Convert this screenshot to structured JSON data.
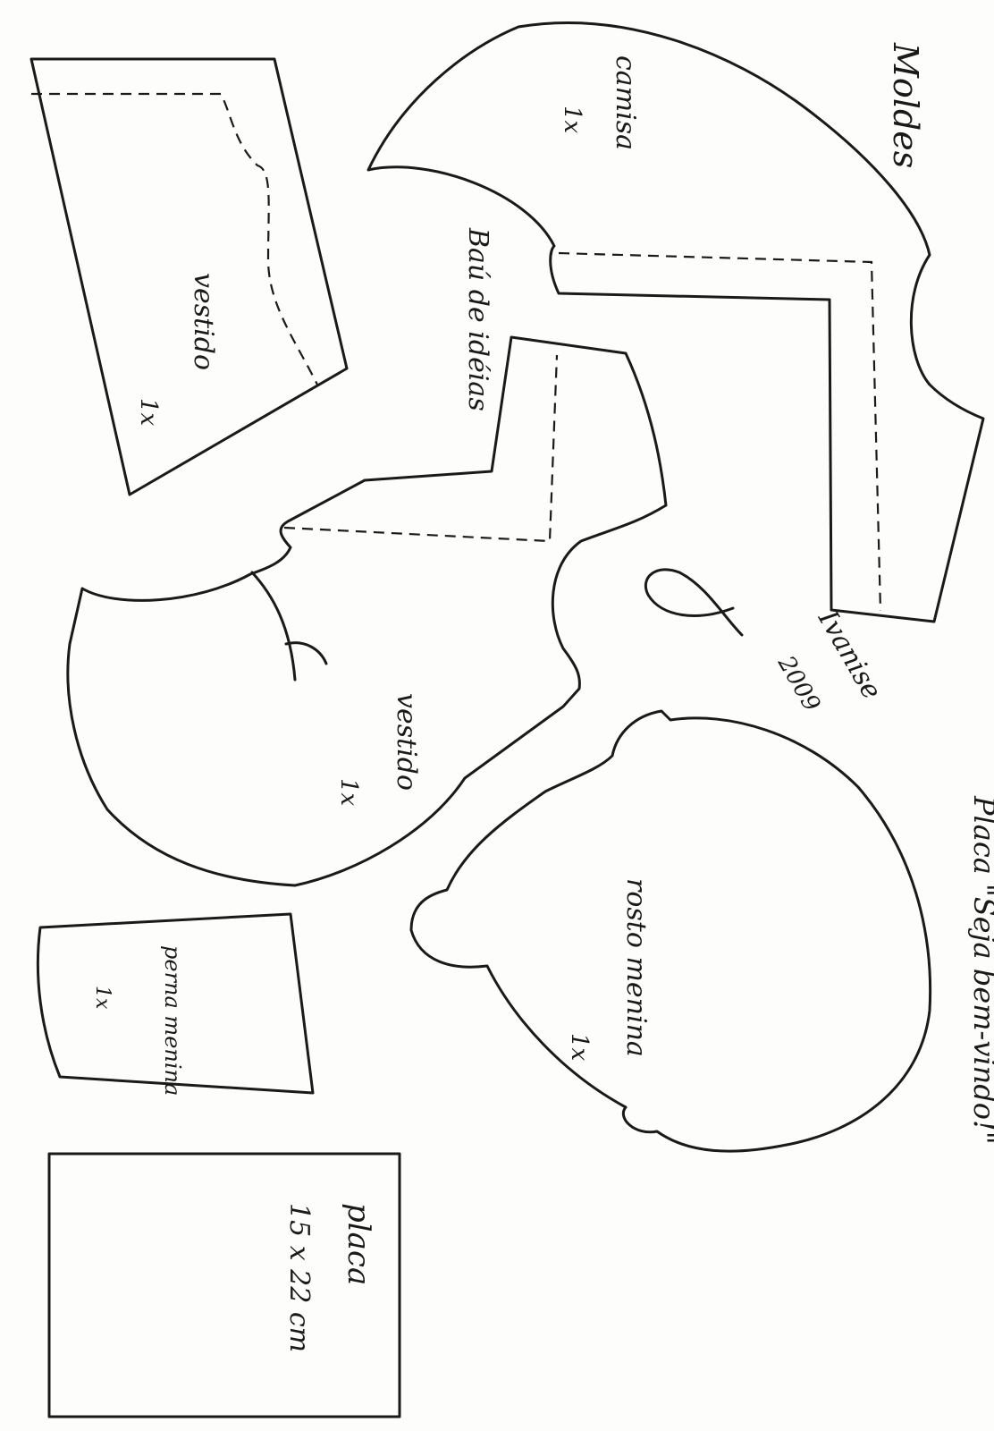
{
  "title": "Moldes",
  "subtitle": "Baú de idéias",
  "signature": {
    "name": "Ivanise",
    "year": "2009"
  },
  "sheet_note": "Placa \"Seja bem-vindo!\"",
  "pieces": {
    "camisa": {
      "name": "camisa",
      "qty": "1x"
    },
    "vestido_top": {
      "name": "vestido",
      "qty": "1x"
    },
    "vestido_bottom": {
      "name": "vestido",
      "qty": "1x"
    },
    "rosto": {
      "name": "rosto menina",
      "qty": "1x"
    },
    "perna": {
      "name": "perna menina",
      "qty": "1x"
    },
    "placa": {
      "name": "placa",
      "size": "15 x 22 cm"
    }
  }
}
